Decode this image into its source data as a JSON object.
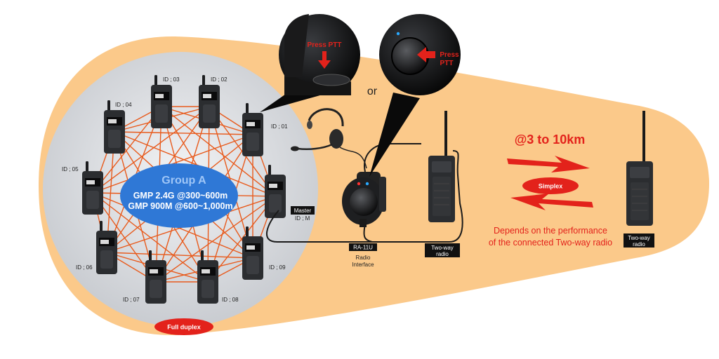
{
  "group": {
    "title": "Group A",
    "line1": "GMP 2.4G @300~600m",
    "line2": "GMP 900M @600~1,000m"
  },
  "ids": {
    "id01": "ID ; 01",
    "id02": "ID ; 02",
    "id03": "ID ; 03",
    "id04": "ID ; 04",
    "id05": "ID ; 05",
    "id06": "ID ; 06",
    "id07": "ID ; 07",
    "id08": "ID ; 08",
    "id09": "ID ; 09",
    "master": "Master",
    "idm": "ID ; M"
  },
  "badges": {
    "full_duplex": "Full duplex",
    "simplex": "Simplex"
  },
  "ptt": {
    "left_line1": "Press PTT",
    "right_line1": "Press",
    "right_line2": "PTT",
    "or": "or"
  },
  "range": "@3 to 10km",
  "note": {
    "line1": "Depends on the performance",
    "line2": "of the connected Two-way radio"
  },
  "interface": {
    "model": "RA-11U",
    "desc1": "Radio",
    "desc2": "Interface"
  },
  "radio_left": {
    "line1": "Two-way",
    "line2": "radio"
  },
  "radio_right": {
    "line1": "Two-way",
    "line2": "radio"
  },
  "colors": {
    "capsule": "#fbc98a",
    "circle": "#d7d9dd",
    "mesh": "#e85a1c",
    "group_blue": "#2f78d6",
    "badge_red": "#e3221b",
    "text_red": "#e3221b",
    "device": "#2b2d30"
  }
}
